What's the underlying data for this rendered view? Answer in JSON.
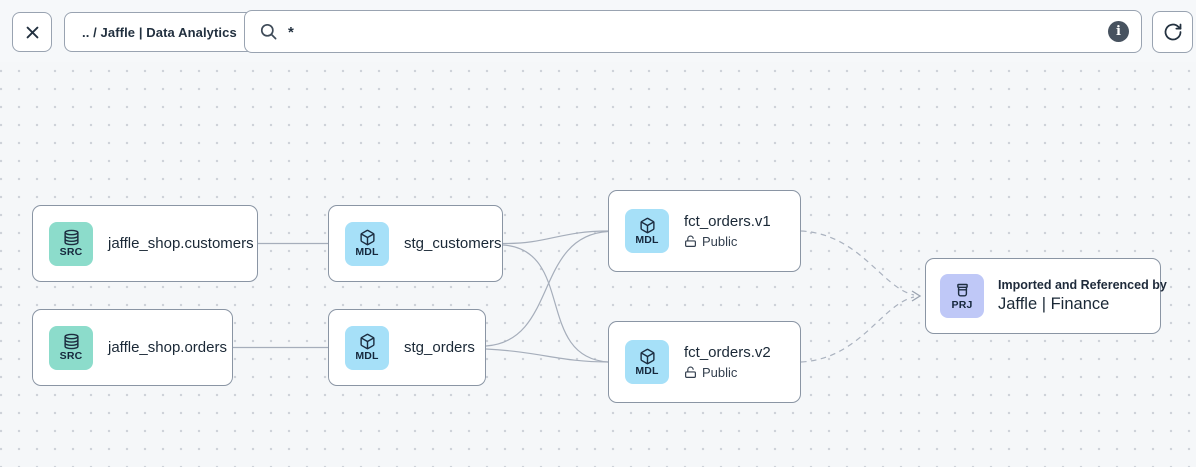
{
  "colors": {
    "canvas_bg": "#f5f7f9",
    "dot_grid": "#ccd1d8",
    "toolbar_button_bg": "#ffffff",
    "toolbar_button_border": "#99a3b1",
    "node_bg": "#ffffff",
    "node_border": "#8a95a4",
    "text_dark": "#1a2836",
    "edge_solid": "#a6aebb",
    "edge_dashed": "#aab2bf",
    "badge_src_bg": "#8cdccb",
    "badge_mdl_bg": "#a6e0f8",
    "badge_prj_bg": "#bfc8f7",
    "info_icon_bg": "#47525f"
  },
  "toolbar": {
    "breadcrumb": ".. / Jaffle | Data Analytics",
    "search_value": "*",
    "info_glyph": "i",
    "icons": [
      "close-icon",
      "search-icon",
      "info-icon",
      "refresh-icon"
    ]
  },
  "graph": {
    "nodes": [
      {
        "id": "jaffle_shop.customers",
        "badge": "SRC",
        "icon": "database-icon",
        "title": "jaffle_shop.customers"
      },
      {
        "id": "jaffle_shop.orders",
        "badge": "SRC",
        "icon": "database-icon",
        "title": "jaffle_shop.orders"
      },
      {
        "id": "stg_customers",
        "badge": "MDL",
        "icon": "cube-icon",
        "title": "stg_customers"
      },
      {
        "id": "stg_orders",
        "badge": "MDL",
        "icon": "cube-icon",
        "title": "stg_orders"
      },
      {
        "id": "fct_orders.v1",
        "badge": "MDL",
        "icon": "cube-icon",
        "title": "fct_orders.v1",
        "access": "Public"
      },
      {
        "id": "fct_orders.v2",
        "badge": "MDL",
        "icon": "cube-icon",
        "title": "fct_orders.v2",
        "access": "Public"
      },
      {
        "id": "jaffle_finance",
        "badge": "PRJ",
        "icon": "project-archive-icon",
        "subtitle": "Imported and Referenced by",
        "title": "Jaffle | Finance"
      }
    ],
    "edges": [
      {
        "from": "jaffle_shop.customers",
        "to": "stg_customers",
        "style": "solid"
      },
      {
        "from": "jaffle_shop.orders",
        "to": "stg_orders",
        "style": "solid"
      },
      {
        "from": "stg_customers",
        "to": "fct_orders.v1",
        "style": "solid"
      },
      {
        "from": "stg_customers",
        "to": "fct_orders.v2",
        "style": "solid"
      },
      {
        "from": "stg_orders",
        "to": "fct_orders.v1",
        "style": "solid"
      },
      {
        "from": "stg_orders",
        "to": "fct_orders.v2",
        "style": "solid"
      },
      {
        "from": "fct_orders.v1",
        "to": "jaffle_finance",
        "style": "dashed"
      },
      {
        "from": "fct_orders.v2",
        "to": "jaffle_finance",
        "style": "dashed"
      }
    ]
  }
}
